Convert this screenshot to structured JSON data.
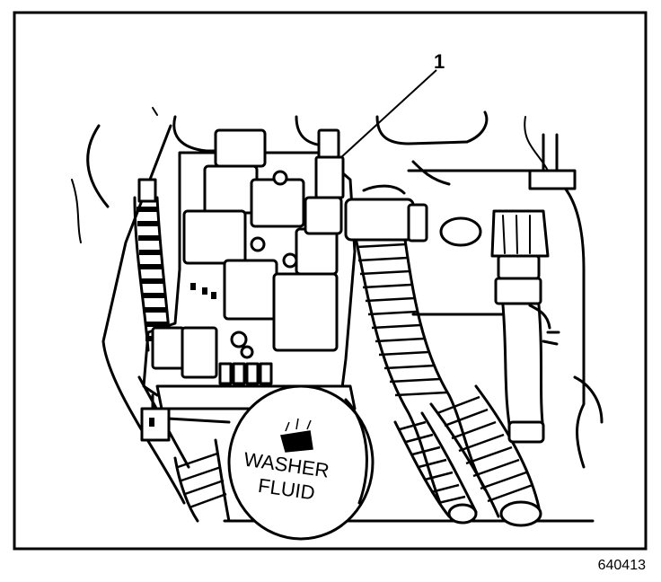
{
  "figure": {
    "callout_number": "1",
    "cap_text_line1": "WASHER",
    "cap_text_line2": "FLUID",
    "figure_id": "640413"
  },
  "colors": {
    "ink": "#000000",
    "background": "#ffffff"
  },
  "icons": {
    "cap_symbol": "windshield-washer-icon"
  }
}
